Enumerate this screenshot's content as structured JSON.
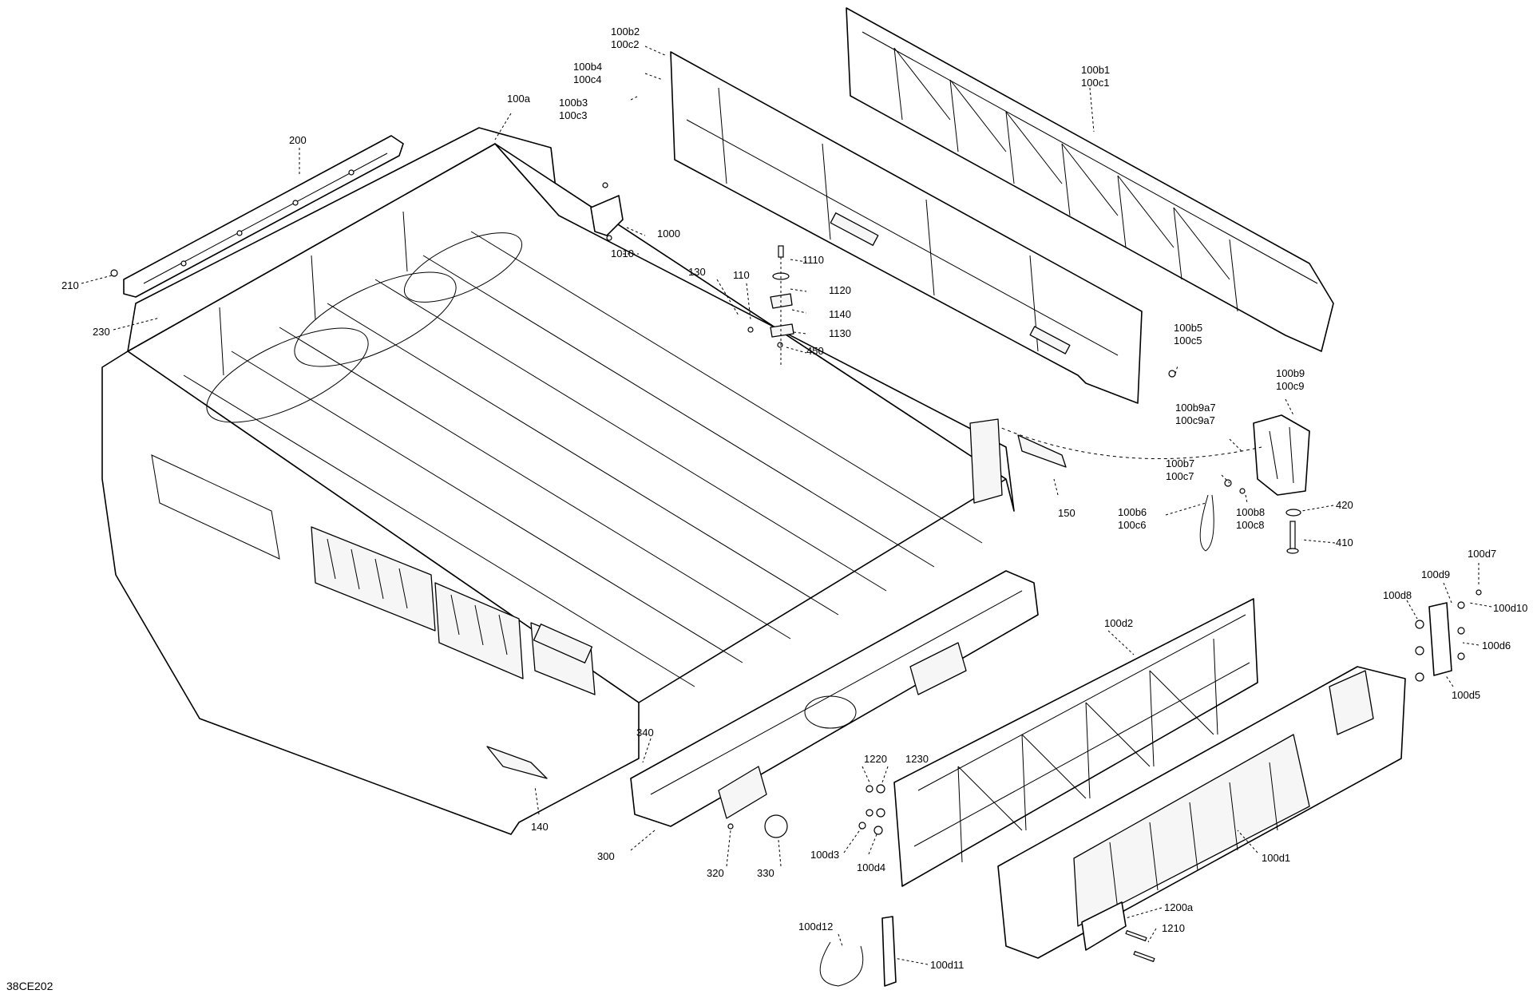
{
  "figure_id": "38CE202",
  "callouts": [
    {
      "id": "c100b2",
      "lines": [
        "100b2",
        "100c2"
      ]
    },
    {
      "id": "c100b4",
      "lines": [
        "100b4",
        "100c4"
      ]
    },
    {
      "id": "c100b3",
      "lines": [
        "100b3",
        "100c3"
      ]
    },
    {
      "id": "c100a",
      "lines": [
        "100a"
      ]
    },
    {
      "id": "c200",
      "lines": [
        "200"
      ]
    },
    {
      "id": "c210",
      "lines": [
        "210"
      ]
    },
    {
      "id": "c230",
      "lines": [
        "230"
      ]
    },
    {
      "id": "c100b1",
      "lines": [
        "100b1",
        "100c1"
      ]
    },
    {
      "id": "c1000",
      "lines": [
        "1000"
      ]
    },
    {
      "id": "c1010",
      "lines": [
        "1010"
      ]
    },
    {
      "id": "c130",
      "lines": [
        "130"
      ]
    },
    {
      "id": "c110",
      "lines": [
        "110"
      ]
    },
    {
      "id": "c1110",
      "lines": [
        "1110"
      ]
    },
    {
      "id": "c1120",
      "lines": [
        "1120"
      ]
    },
    {
      "id": "c1140",
      "lines": [
        "1140"
      ]
    },
    {
      "id": "c1130",
      "lines": [
        "1130"
      ]
    },
    {
      "id": "c450",
      "lines": [
        "450"
      ]
    },
    {
      "id": "c100b5",
      "lines": [
        "100b5",
        "100c5"
      ]
    },
    {
      "id": "c100b9",
      "lines": [
        "100b9",
        "100c9"
      ]
    },
    {
      "id": "c100b9a7",
      "lines": [
        "100b9a7",
        "100c9a7"
      ]
    },
    {
      "id": "c100b7",
      "lines": [
        "100b7",
        "100c7"
      ]
    },
    {
      "id": "c150",
      "lines": [
        "150"
      ]
    },
    {
      "id": "c100b6",
      "lines": [
        "100b6",
        "100c6"
      ]
    },
    {
      "id": "c100b8",
      "lines": [
        "100b8",
        "100c8"
      ]
    },
    {
      "id": "c420",
      "lines": [
        "420"
      ]
    },
    {
      "id": "c410",
      "lines": [
        "410"
      ]
    },
    {
      "id": "c100d7",
      "lines": [
        "100d7"
      ]
    },
    {
      "id": "c100d9",
      "lines": [
        "100d9"
      ]
    },
    {
      "id": "c100d8",
      "lines": [
        "100d8"
      ]
    },
    {
      "id": "c100d10",
      "lines": [
        "100d10"
      ]
    },
    {
      "id": "c100d6",
      "lines": [
        "100d6"
      ]
    },
    {
      "id": "c100d5",
      "lines": [
        "100d5"
      ]
    },
    {
      "id": "c100d2",
      "lines": [
        "100d2"
      ]
    },
    {
      "id": "c340",
      "lines": [
        "340"
      ]
    },
    {
      "id": "c1220",
      "lines": [
        "1220"
      ]
    },
    {
      "id": "c1230",
      "lines": [
        "1230"
      ]
    },
    {
      "id": "c140",
      "lines": [
        "140"
      ]
    },
    {
      "id": "c300",
      "lines": [
        "300"
      ]
    },
    {
      "id": "c320",
      "lines": [
        "320"
      ]
    },
    {
      "id": "c330",
      "lines": [
        "330"
      ]
    },
    {
      "id": "c100d3",
      "lines": [
        "100d3"
      ]
    },
    {
      "id": "c100d4",
      "lines": [
        "100d4"
      ]
    },
    {
      "id": "c100d1",
      "lines": [
        "100d1"
      ]
    },
    {
      "id": "c1200a",
      "lines": [
        "1200a"
      ]
    },
    {
      "id": "c1210",
      "lines": [
        "1210"
      ]
    },
    {
      "id": "c100d12",
      "lines": [
        "100d12"
      ]
    },
    {
      "id": "c100d11",
      "lines": [
        "100d11"
      ]
    }
  ]
}
